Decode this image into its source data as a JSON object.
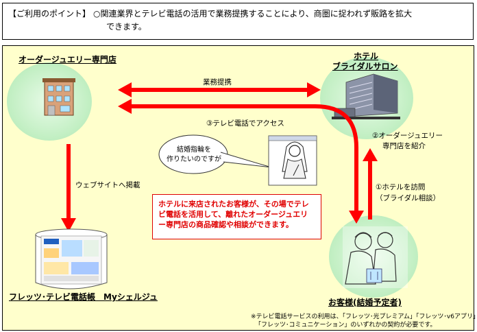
{
  "header": {
    "label": "【ご利用のポイント】",
    "line1": "○関連業界とテレビ電話の活用で業務提携することにより、商圏に捉われず販路を拡大",
    "line2": "できます。"
  },
  "nodes": {
    "jewelry_shop": "オーダージュエリー専門店",
    "hotel_line1": "ホテル",
    "hotel_line2": "ブライダルサロン",
    "flets_portal": "フレッツ･テレビ電話帳　Myシェルジュ",
    "customer": "お客様(結婚予定者)"
  },
  "arrows": {
    "partnership": "業務提携",
    "tv_access": "③テレビ電話でアクセス",
    "introduce_line1": "②オーダージュエリー",
    "introduce_line2": "専門店を紹介",
    "visit_line1": "①ホテルを訪問",
    "visit_line2": "（ブライダル相談）",
    "web_listing": "ウェブサイトへ掲載"
  },
  "bubble": {
    "line1": "結婚指輪を",
    "line2": "作りたいのですが"
  },
  "callout": "ホテルに来店されたお客様が、その場でテレビ電話を活用して、離れたオーダージュエリー専門店の商品確認や相談ができます。",
  "footnote": {
    "line1": "※テレビ電話サービスの利用は、「フレッツ･光プレミアム」「フレッツ･v6アプリ」",
    "line2": "「フレッツ･コミュニケーション」のいずれかの契約が必要です。"
  },
  "colors": {
    "background": "#ffffcc",
    "circle": "#ccf2cc",
    "arrow": "#ff0000",
    "callout_text": "#e00000"
  }
}
